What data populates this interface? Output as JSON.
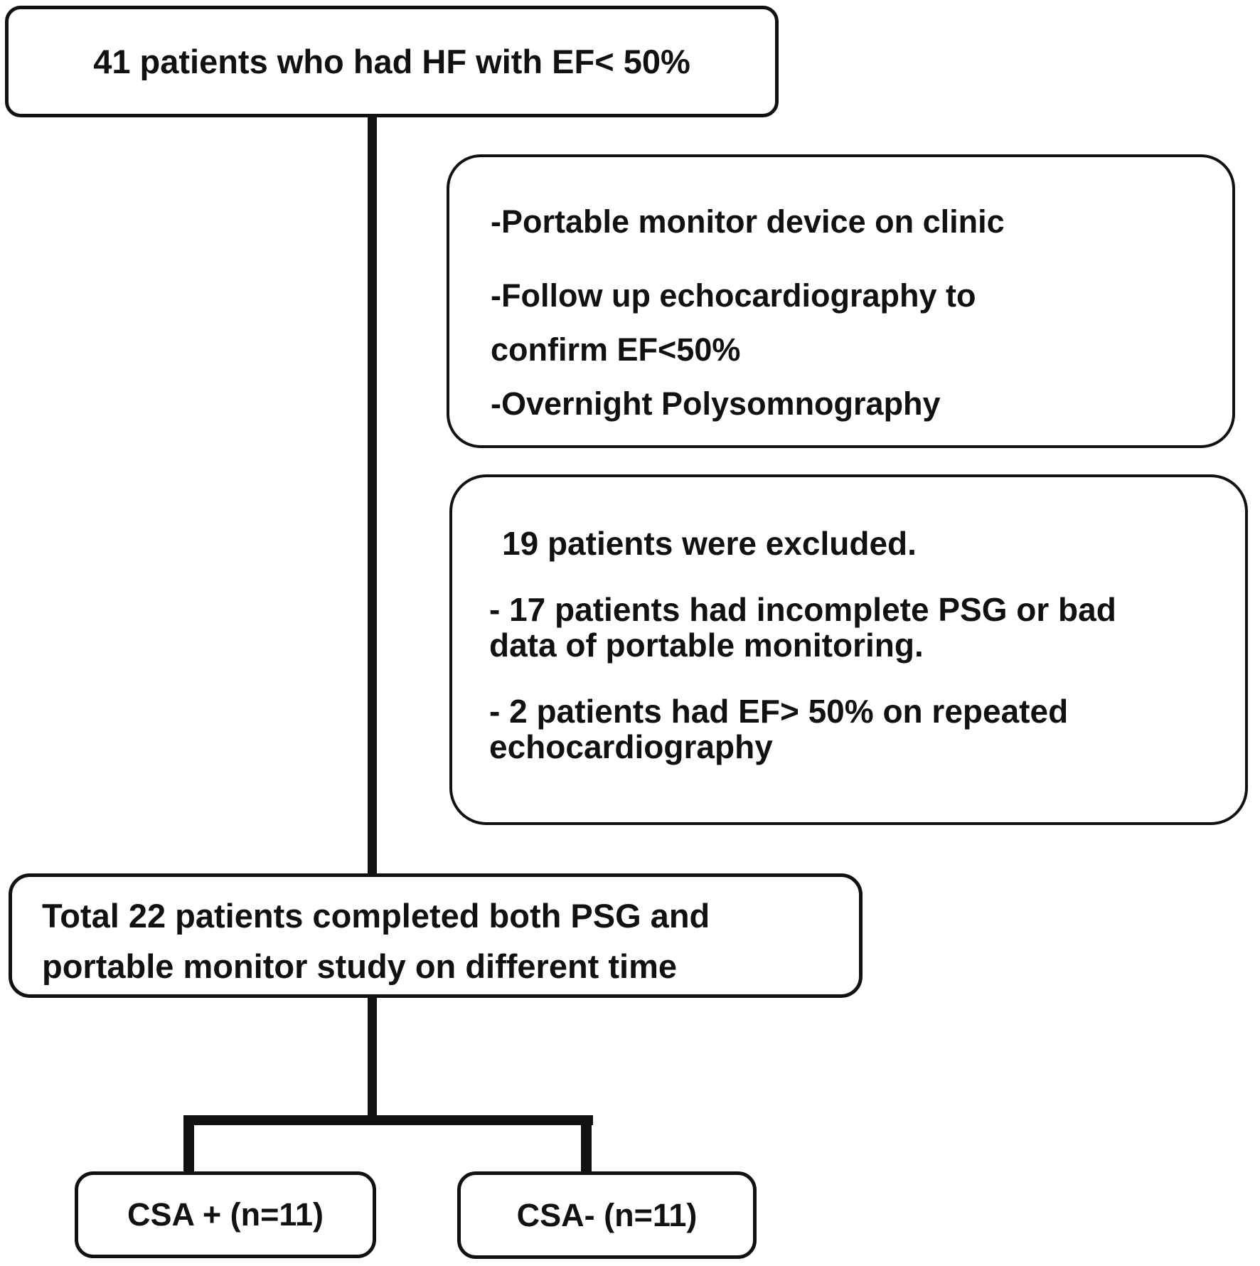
{
  "figure": {
    "type": "flowchart",
    "background_color": "#ffffff",
    "line_color": "#111111",
    "text_color": "#111111"
  },
  "boxes": {
    "enrollment": {
      "text": "41 patients who had HF with EF< 50%"
    },
    "procedures": {
      "lines": [
        "-Portable monitor device on clinic",
        "-Follow up echocardiography to",
        "confirm EF<50%",
        "-Overnight Polysomnography"
      ]
    },
    "excluded": {
      "lines": [
        "19 patients were excluded.",
        "- 17 patients had incomplete PSG or bad",
        "data of portable monitoring.",
        "- 2 patients had EF> 50% on repeated",
        "echocardiography"
      ]
    },
    "total": {
      "lines": [
        "Total 22 patients completed both PSG and",
        "portable monitor study on different time"
      ]
    },
    "csa_positive": {
      "text": "CSA + (n=11)"
    },
    "csa_negative": {
      "text": "CSA- (n=11)"
    }
  }
}
